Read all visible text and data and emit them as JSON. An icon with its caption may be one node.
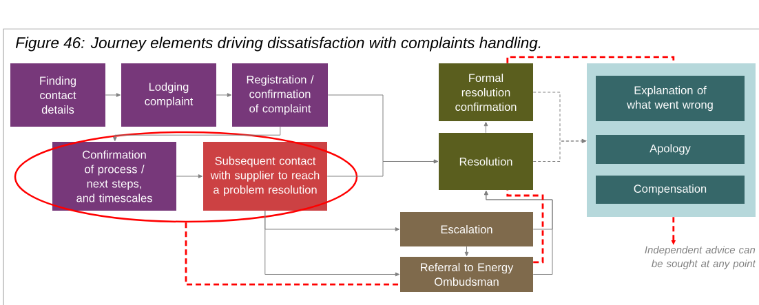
{
  "diagram": {
    "title": "Figure 46: Journey elements driving dissatisfaction with complaints handling.",
    "nodes": [
      {
        "text": [
          "Finding contact details"
        ]
      },
      {
        "text": [
          "Lodging complaint"
        ]
      },
      {
        "text": [
          "Registration / confirmation of complaint"
        ]
      },
      {
        "text": [
          "Confirmation of process / next steps, and timescales"
        ],
        "in": 13
      },
      {
        "text": [
          "Subsequent contact with supplier to reach a problem resolution"
        ],
        "in": 13
      },
      {
        "text": [
          "Formal resolution confirmation"
        ]
      },
      {
        "text": [
          "Resolution"
        ]
      },
      {
        "text": [
          "Escalation"
        ]
      },
      {
        "text": [
          "Referral to Energy Ombudsman"
        ]
      },
      {
        "text": [],
        "shape": "box"
      },
      {
        "text": [
          "Explanation of what went wrong"
        ],
        "in": 9
      },
      {
        "text": [
          "Apology"
        ],
        "in": 9
      },
      {
        "text": [
          "Compensation"
        ],
        "in": 9
      },
      {
        "text": [],
        "shape": "ellipse"
      },
      {
        "text": [
          "Independent advice can be sought at any point"
        ]
      }
    ],
    "edges": [
      {
        "from": 0,
        "to": 1,
        "arrow": "to"
      },
      {
        "from": 1,
        "to": 2,
        "arrow": "to"
      },
      {
        "from": 2,
        "to": 3,
        "arrow": "to"
      },
      {
        "from": 3,
        "to": 4,
        "arrow": "to"
      },
      {
        "from": 2,
        "to": 6,
        "arrow": "to"
      },
      {
        "from": 4,
        "to": 6,
        "arrow": "to"
      },
      {
        "from": 4,
        "to": 7,
        "arrow": "to"
      },
      {
        "from": 4,
        "to": 8,
        "arrow": "to"
      },
      {
        "from": 7,
        "to": 8,
        "arrow": "to"
      },
      {
        "from": 7,
        "to": 6,
        "arrow": "to"
      },
      {
        "from": 8,
        "to": 6,
        "arrow": "to"
      },
      {
        "from": 6,
        "to": 5,
        "arrow": "to"
      },
      {
        "from": 5,
        "to": 9,
        "arrow": "to",
        "style": "dashed"
      },
      {
        "from": 6,
        "to": 9,
        "arrow": "to",
        "style": "dashed"
      },
      {
        "from": 13,
        "to": 8,
        "arrow": "none",
        "style": "dashed",
        "color": "#ff0000"
      },
      {
        "from": 8,
        "to": 6,
        "arrow": "none",
        "style": "dashed",
        "color": "#ff0000"
      },
      {
        "from": 5,
        "to": 9,
        "arrow": "none",
        "style": "dashed",
        "color": "#ff0000"
      },
      {
        "from": 9,
        "to": 14,
        "arrow": "to",
        "style": "dashed",
        "color": "#ff0000"
      }
    ]
  }
}
